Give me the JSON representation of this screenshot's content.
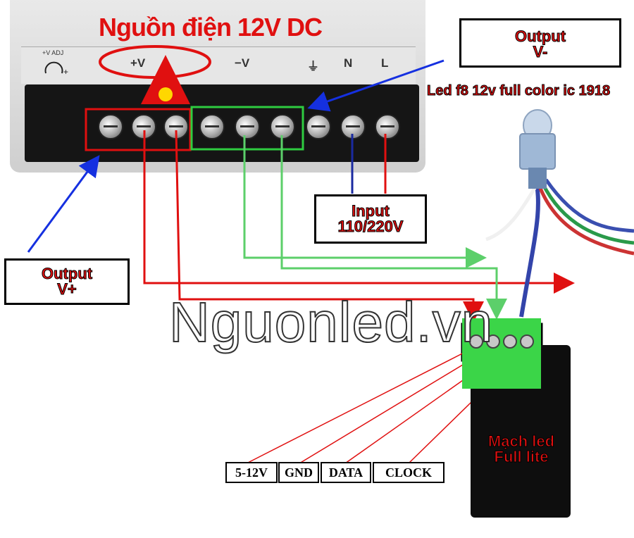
{
  "title": "Nguồn điện 12V DC",
  "psu": {
    "adj_label": "+V ADJ",
    "terminals": [
      "+V",
      "−V",
      "⏚",
      "N",
      "L"
    ]
  },
  "labels": {
    "output_v_minus": [
      "Output",
      "V-"
    ],
    "output_v_plus": [
      "Output",
      "V+"
    ],
    "input": [
      "Input",
      "110/220V"
    ],
    "led_caption": "Led f8 12v full color ic 1918",
    "board": [
      "Mạch led",
      "Full lite"
    ]
  },
  "watermark": "Nguonled.vn",
  "pins": [
    "5-12V",
    "GND",
    "DATA",
    "CLOCK"
  ],
  "colors": {
    "red_wire": "#e01010",
    "green_wire": "#5ccf6a",
    "blue_arrow": "#1530e0",
    "green_box": "#2ecc40"
  }
}
